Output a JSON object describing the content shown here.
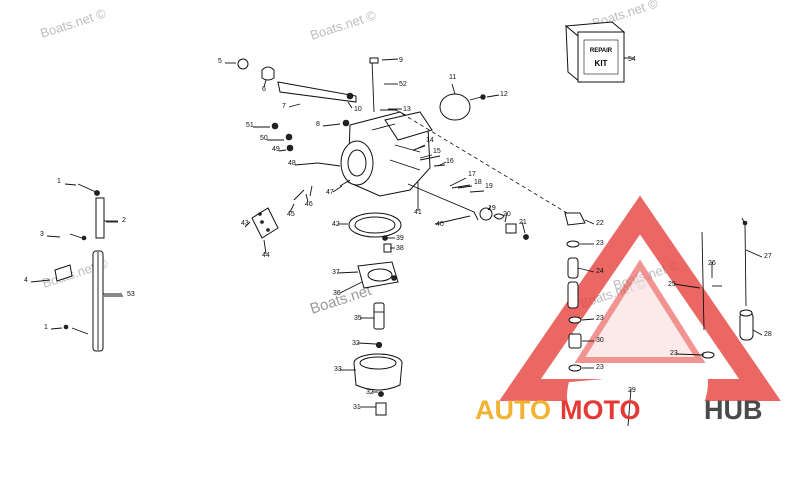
{
  "watermarks": [
    "Boats.net ©",
    "Boats.net ©",
    "Boats.net ©",
    "Boats.net ©",
    "Boats.net ©",
    "Boats.net ©",
    "Boats.net"
  ],
  "callouts": [
    "1",
    "2",
    "3",
    "4",
    "53",
    "1",
    "5",
    "6",
    "7",
    "9",
    "52",
    "10",
    "8",
    "13",
    "51",
    "50",
    "49",
    "48",
    "47",
    "46",
    "45",
    "11",
    "12",
    "14",
    "15",
    "16",
    "17",
    "18",
    "19",
    "41",
    "40",
    "19",
    "20",
    "21",
    "42",
    "39",
    "38",
    "37",
    "36",
    "35",
    "32",
    "33",
    "32",
    "31",
    "43",
    "44",
    "22",
    "23",
    "24",
    "23",
    "30",
    "23",
    "23",
    "29",
    "25",
    "26",
    "27",
    "28",
    "54"
  ],
  "kit_box": {
    "line1": "REPAIR",
    "line2": "KIT"
  },
  "logo": {
    "part1": "AUTO",
    "part2": "MOTO",
    "part3": "HUB",
    "colors": {
      "primary": "#e53935",
      "accent": "#f2b233",
      "dark": "#4a4a4a"
    }
  }
}
